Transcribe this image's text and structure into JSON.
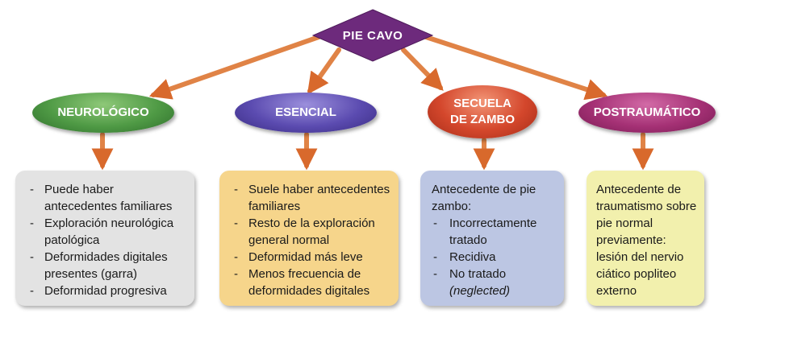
{
  "root": {
    "label": "PIE CAVO",
    "color": "#6d2a7c"
  },
  "categories": [
    {
      "id": "neuro",
      "label": "NEUROLÓGICO",
      "color": "#4f9a45",
      "items": [
        "Puede haber antecedentes familiares",
        "Exploración neurológica patológica",
        "Deformidades digitales presentes (garra)",
        "Deformidad progresiva"
      ]
    },
    {
      "id": "esen",
      "label": "ESENCIAL",
      "color": "#5b4bb0",
      "items": [
        "Suele haber antecedentes familiares",
        "Resto de la exploración general normal",
        "Deformidad más leve",
        "Menos frecuencia de deformidades digitales"
      ]
    },
    {
      "id": "secu",
      "label": "SECUELA\nDE ZAMBO",
      "color": "#d4472c",
      "intro": "Antecedente de pie zambo:",
      "items": [
        "Incorrectamente tratado",
        "Recidiva",
        "No tratado"
      ],
      "note": "(neglected)"
    },
    {
      "id": "post",
      "label": "POSTRAUMÁTICO",
      "color": "#a53175",
      "text": "Antecedente de traumatismo sobre pie normal previamente: lesión del nervio ciático popliteo externo"
    }
  ],
  "connector_color": "#e07a3c"
}
